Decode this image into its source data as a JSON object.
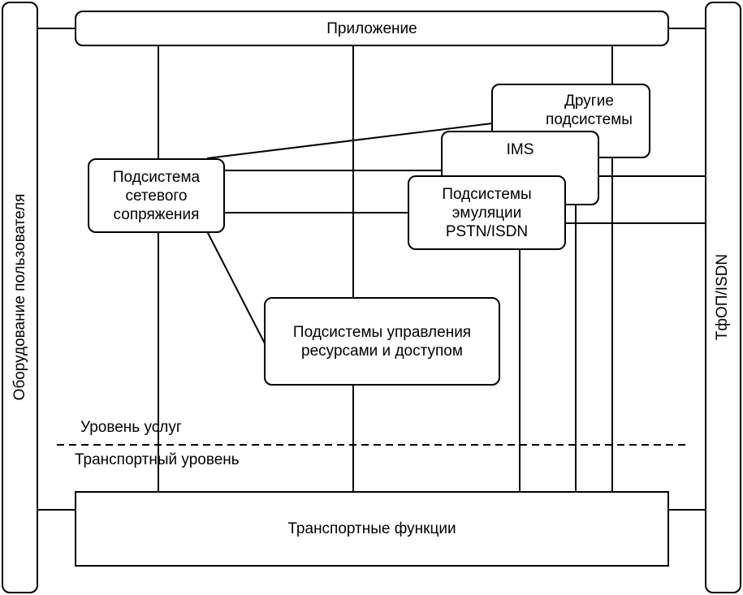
{
  "diagram": {
    "application": "Приложение",
    "user_equipment": "Оборудование пользователя",
    "pstn_isdn": "ТфОП/ISDN",
    "other_subsystems": "Другие\nподсистемы",
    "ims": "IMS",
    "network_attachment": "Подсистема\nсетевого\nсопряжения",
    "pstn_emulation": "Подсистемы\nэмуляции\nPSTN/ISDN",
    "resource_control": "Подсистемы управления\nресурсами и доступом",
    "service_stratum": "Уровень услуг",
    "transport_stratum": "Транспортный уровень",
    "transport_functions": "Транспортные функции"
  }
}
